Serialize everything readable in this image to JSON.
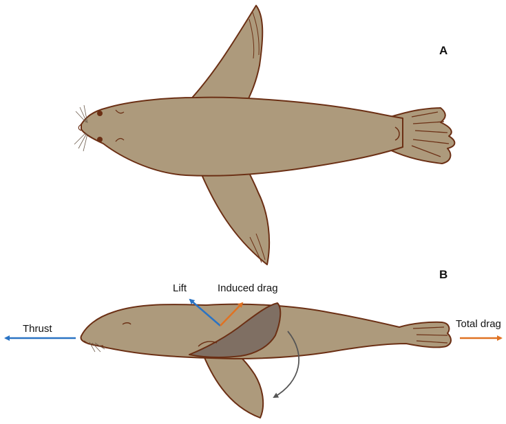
{
  "panels": {
    "a": {
      "label": "A"
    },
    "b": {
      "label": "B"
    }
  },
  "forces": {
    "lift": "Lift",
    "induced_drag": "Induced drag",
    "thrust": "Thrust",
    "total_drag": "Total drag"
  },
  "colors": {
    "body_fill": "#ad9a7c",
    "outline": "#6b2f14",
    "flipper_dark": "#7f6f63",
    "lift_arrow": "#2a73c4",
    "thrust_arrow": "#2a73c4",
    "drag_arrow": "#e07222",
    "stroke_arrow": "#555555"
  }
}
